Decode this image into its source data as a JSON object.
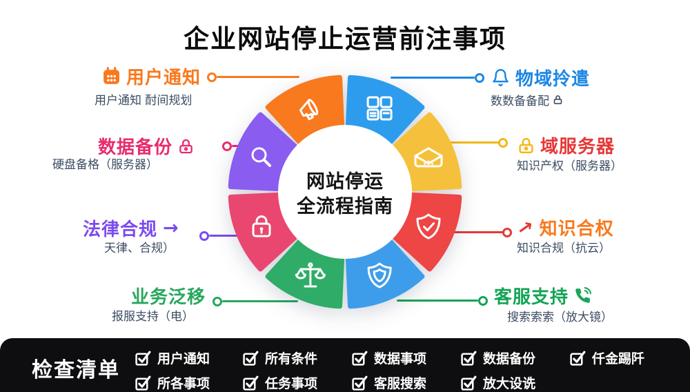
{
  "title": "企业网站停止运营前注事项",
  "center": {
    "line1": "网站停运",
    "line2": "全流程指南"
  },
  "wheel": {
    "segments": [
      {
        "name": "layout-grid",
        "icon": "layout-grid-icon",
        "color": "#2d9ced"
      },
      {
        "name": "open-box",
        "icon": "open-box-icon",
        "color": "#f5c13c"
      },
      {
        "name": "shield-check",
        "icon": "shield-check-icon",
        "color": "#ee4545"
      },
      {
        "name": "shield",
        "icon": "shield-icon",
        "color": "#3e9dea"
      },
      {
        "name": "scales",
        "icon": "scales-icon",
        "color": "#2fac67"
      },
      {
        "name": "lock",
        "icon": "lock-icon",
        "color": "#e9476f"
      },
      {
        "name": "magnifier",
        "icon": "magnifier-icon",
        "color": "#8a5cf0"
      },
      {
        "name": "megaphone",
        "icon": "megaphone-icon",
        "color": "#f9791e"
      }
    ]
  },
  "items": {
    "left": [
      {
        "title": "用户通知",
        "subtitle": "用户通知  酎间规划",
        "color": "#f9791e",
        "icon": "calendar-icon"
      },
      {
        "title": "数据备份",
        "subtitle": "硬盘备格（服务器）",
        "color": "#e72c6f",
        "icon": "lock-icon"
      },
      {
        "title": "法律合规",
        "subtitle": "天律、合规）",
        "color": "#7b4bef",
        "icon": "arrow-right-icon",
        "arrow": "→"
      },
      {
        "title": "业务泛移",
        "subtitle": "报服支持（电）",
        "color": "#27a75d"
      }
    ],
    "right": [
      {
        "title": "物域拎遣",
        "subtitle": "数数备备配",
        "color": "#1d87e4",
        "icon": "bell-icon",
        "subtitle_icon": "lock-icon"
      },
      {
        "title": "域服务器",
        "subtitle": "知识产权（服务器）",
        "color": "#e63838",
        "icon": "lock-icon",
        "icon_color": "#f5b717"
      },
      {
        "title": "知识合权",
        "subtitle": "知识合规（抗云）",
        "color": "#f9791e",
        "icon": "arrow-up-right-icon",
        "arrow": "→",
        "icon_color": "#e63838"
      },
      {
        "title": "客服支持",
        "subtitle": "搜索索索（放大镜）",
        "color": "#13a454",
        "icon": "phone-icon"
      }
    ]
  },
  "checklist": {
    "label": "检查清单",
    "row1": [
      "用户通知",
      "所有条件",
      "数据事项",
      "数据备份",
      "仟金踢阡"
    ],
    "row2": [
      "所各事项",
      "任务事项",
      "客服搜索",
      "放大设诜"
    ]
  }
}
